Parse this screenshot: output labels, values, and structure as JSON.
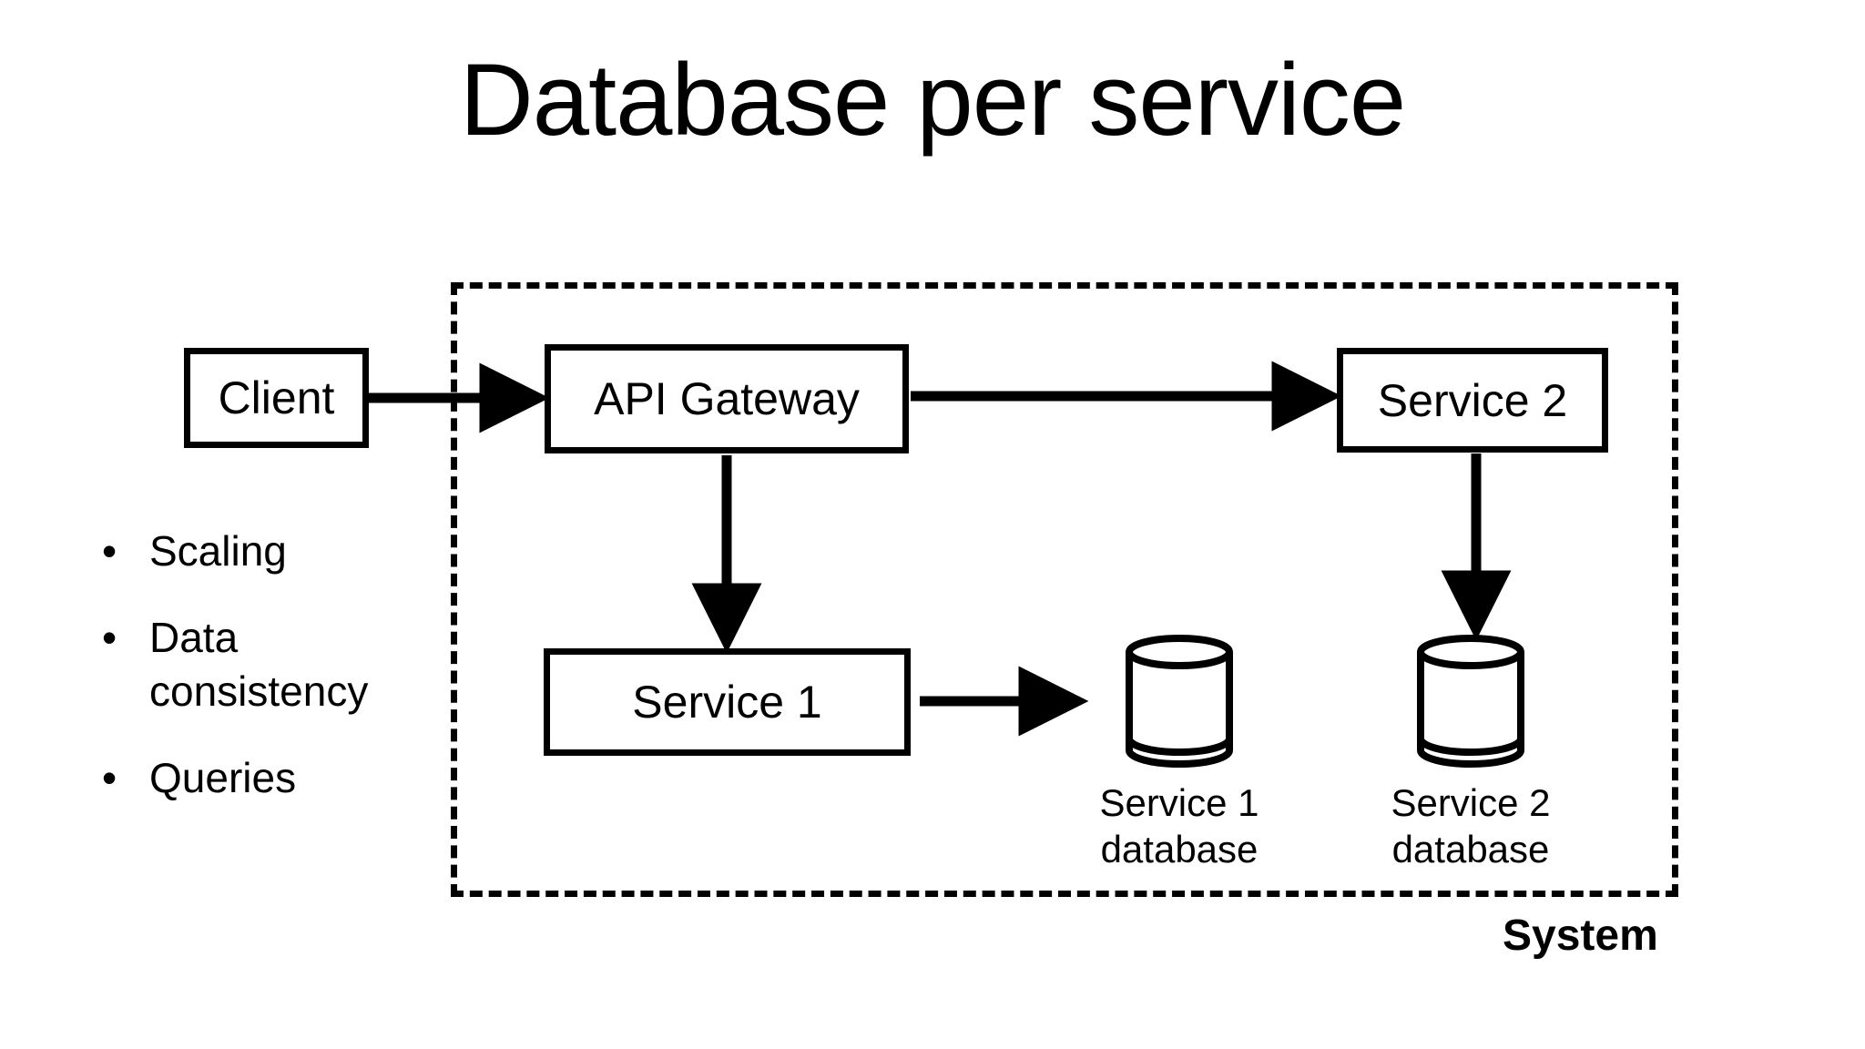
{
  "slide": {
    "title": "Database per service",
    "background_color": "#ffffff",
    "stroke_color": "#000000"
  },
  "bullets": [
    {
      "marker": "•",
      "text": "Scaling"
    },
    {
      "marker": "•",
      "text": "Data consistency"
    },
    {
      "marker": "•",
      "text": "Queries"
    }
  ],
  "diagram": {
    "boundary_label": "System",
    "nodes": {
      "client": "Client",
      "api_gateway": "API Gateway",
      "service_1": "Service 1",
      "service_2": "Service 2"
    },
    "databases": [
      {
        "id": "service-1-db",
        "label_line_1": "Service 1",
        "label_line_2": "database"
      },
      {
        "id": "service-2-db",
        "label_line_1": "Service 2",
        "label_line_2": "database"
      }
    ],
    "connections": [
      {
        "from": "Client",
        "to": "API Gateway",
        "direction": "right"
      },
      {
        "from": "API Gateway",
        "to": "Service 2",
        "direction": "right"
      },
      {
        "from": "API Gateway",
        "to": "Service 1",
        "direction": "down"
      },
      {
        "from": "Service 1",
        "to": "Service 1 database",
        "direction": "right"
      },
      {
        "from": "Service 2",
        "to": "Service 2 database",
        "direction": "down"
      }
    ]
  }
}
